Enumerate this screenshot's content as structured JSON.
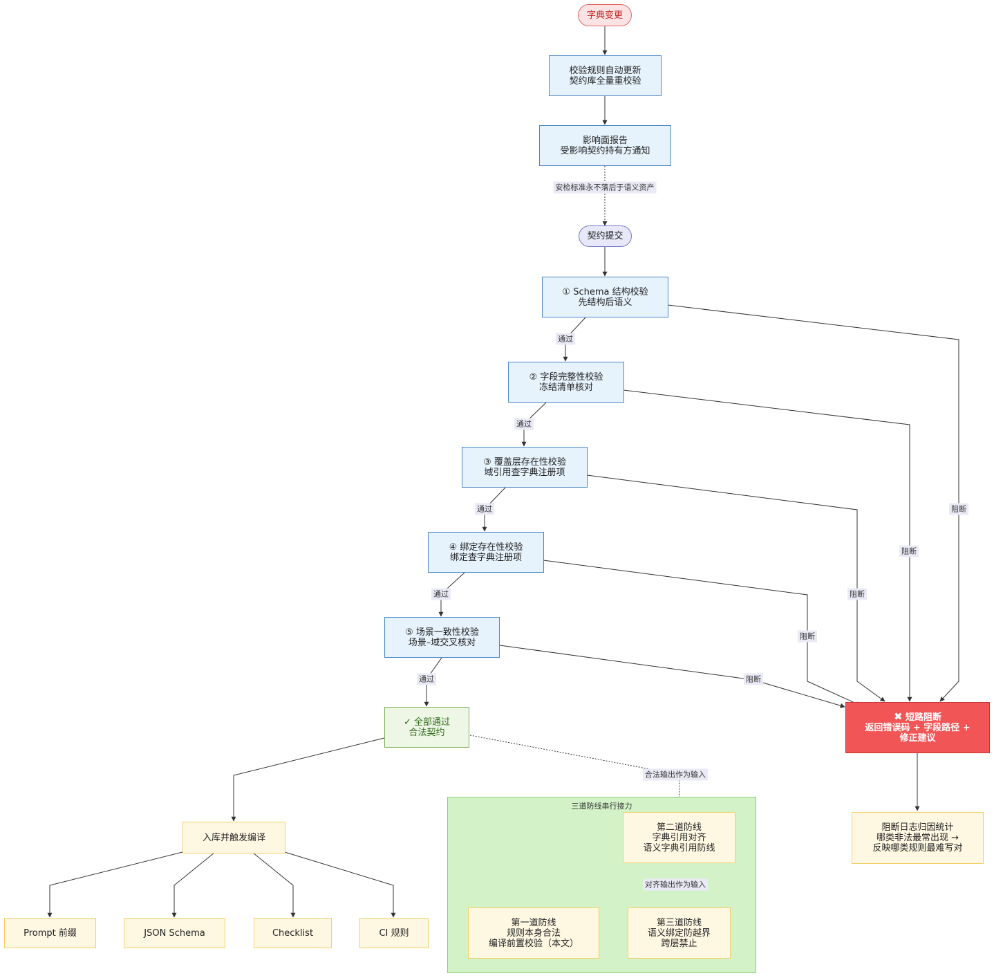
{
  "nodes": {
    "dict_change": "字典变更",
    "rule_update": [
      "校验规则自动更新",
      "契约库全量重校验"
    ],
    "impact_report": [
      "影响面报告",
      "受影响契约持有方通知"
    ],
    "contract_submit": "契约提交",
    "check1": [
      "① Schema 结构校验",
      "先结构后语义"
    ],
    "check2": [
      "② 字段完整性校验",
      "冻结清单核对"
    ],
    "check3": [
      "③ 覆盖层存在性校验",
      "域引用查字典注册项"
    ],
    "check4": [
      "④ 绑定存在性校验",
      "绑定查字典注册项"
    ],
    "check5": [
      "⑤ 场景一致性校验",
      "场景–域交叉核对"
    ],
    "all_pass": [
      "✓ 全部通过",
      "合法契约"
    ],
    "short_circuit": [
      "短路阻断",
      "返回错误码 + 字段路径 +",
      "修正建议"
    ],
    "block_log": [
      "阻断日志归因统计",
      "哪类非法最常出现 →",
      "反映哪类规则最难写对"
    ],
    "ingest": "入库并触发编译",
    "out_prompt": "Prompt 前缀",
    "out_schema": "JSON Schema",
    "out_checklist": "Checklist",
    "out_ci": "CI 规则",
    "defense_group_title": "三道防线串行接力",
    "defense2": [
      "第二道防线",
      "字典引用对齐",
      "语义字典引用防线"
    ],
    "defense1": [
      "第一道防线",
      "规则本身合法",
      "编译前置校验（本文）"
    ],
    "defense3": [
      "第三道防线",
      "语义绑定防越界",
      "跨层禁止"
    ]
  },
  "edge_labels": {
    "standard": "安检标准永不落后于语义资产",
    "pass": "通过",
    "block": "阻断",
    "legal_output": "合法输出作为输入",
    "aligned_output": "对齐输出作为输入"
  },
  "colors": {
    "edge": "#333333",
    "blue_fill": "#e6f2fc",
    "blue_stroke": "#4a86c8",
    "yellow_fill": "#fef7e2",
    "red_fill": "#f25555",
    "green_group": "#d3f2c8"
  }
}
